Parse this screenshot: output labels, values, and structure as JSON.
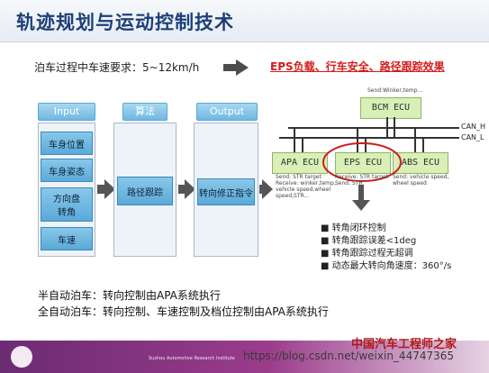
{
  "header": {
    "title": "轨迹规划与运动控制技术"
  },
  "requirement": {
    "text": "泊车过程中车速要求：5~12km/h",
    "result": "EPS负载、行车安全、路径跟踪效果"
  },
  "columns": [
    {
      "head": "Input",
      "cells": [
        "车身位置",
        "车身姿态",
        "方向盘\n转角",
        "车速"
      ]
    },
    {
      "head": "算法",
      "cells": [
        "路径跟踪"
      ]
    },
    {
      "head": "Output",
      "cells": [
        "转向修正指令"
      ]
    }
  ],
  "network": {
    "bcm": {
      "label": "BCM ECU",
      "note": "Send:Winker,temp..."
    },
    "bus_labels": [
      "CAN_H",
      "CAN_L"
    ],
    "ecus": [
      {
        "label": "APA ECU",
        "note": "Send: STR target\nReceive: winker,temp,\nvehicle speed,wheel\nspeed,STR..."
      },
      {
        "label": "EPS ECU",
        "note": "Receive: STR target\nSend: STR"
      },
      {
        "label": "ABS ECU",
        "note": "Send: vehicle speed,\nwheel speed"
      }
    ]
  },
  "bullets": [
    "转角闭环控制",
    "转角跟踪误差<1deg",
    "转角跟踪过程无超调",
    "动态最大转向角速度：360°/s"
  ],
  "bottom": {
    "semi_auto": "半自动泊车：转向控制由APA系统执行",
    "full_auto": "全自动泊车：转向控制、车速控制及档位控制由APA系统执行"
  },
  "footer": {
    "institution": "Suzhou Automotive Research Institute",
    "brand": "中国汽车工程师之家",
    "watermark": "https://blog.csdn.net/weixin_44747365"
  },
  "colors": {
    "title": "#1d3f78",
    "accent": "#d21d1d",
    "cell": "#6fb8e2",
    "ecu": "#d9efb6",
    "footer": "#8a3582"
  }
}
